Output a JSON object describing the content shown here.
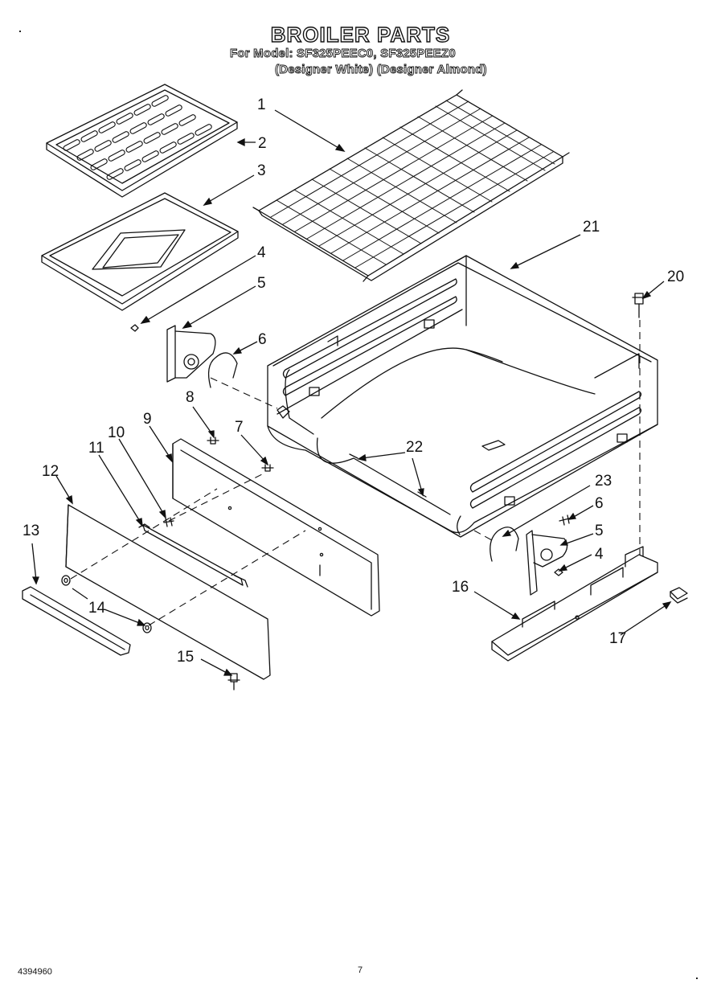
{
  "title": "BROILER PARTS",
  "model_line": "For Model: SF325PEEC0, SF325PEEZ0",
  "variant_line": "(Designer White) (Designer Almond)",
  "callouts": [
    "1",
    "2",
    "3",
    "4",
    "5",
    "6",
    "7",
    "8",
    "9",
    "10",
    "11",
    "12",
    "13",
    "14",
    "15",
    "16",
    "17",
    "20",
    "21",
    "22",
    "23",
    "6",
    "5",
    "4"
  ],
  "doc_number": "4394960",
  "page_number": "7"
}
